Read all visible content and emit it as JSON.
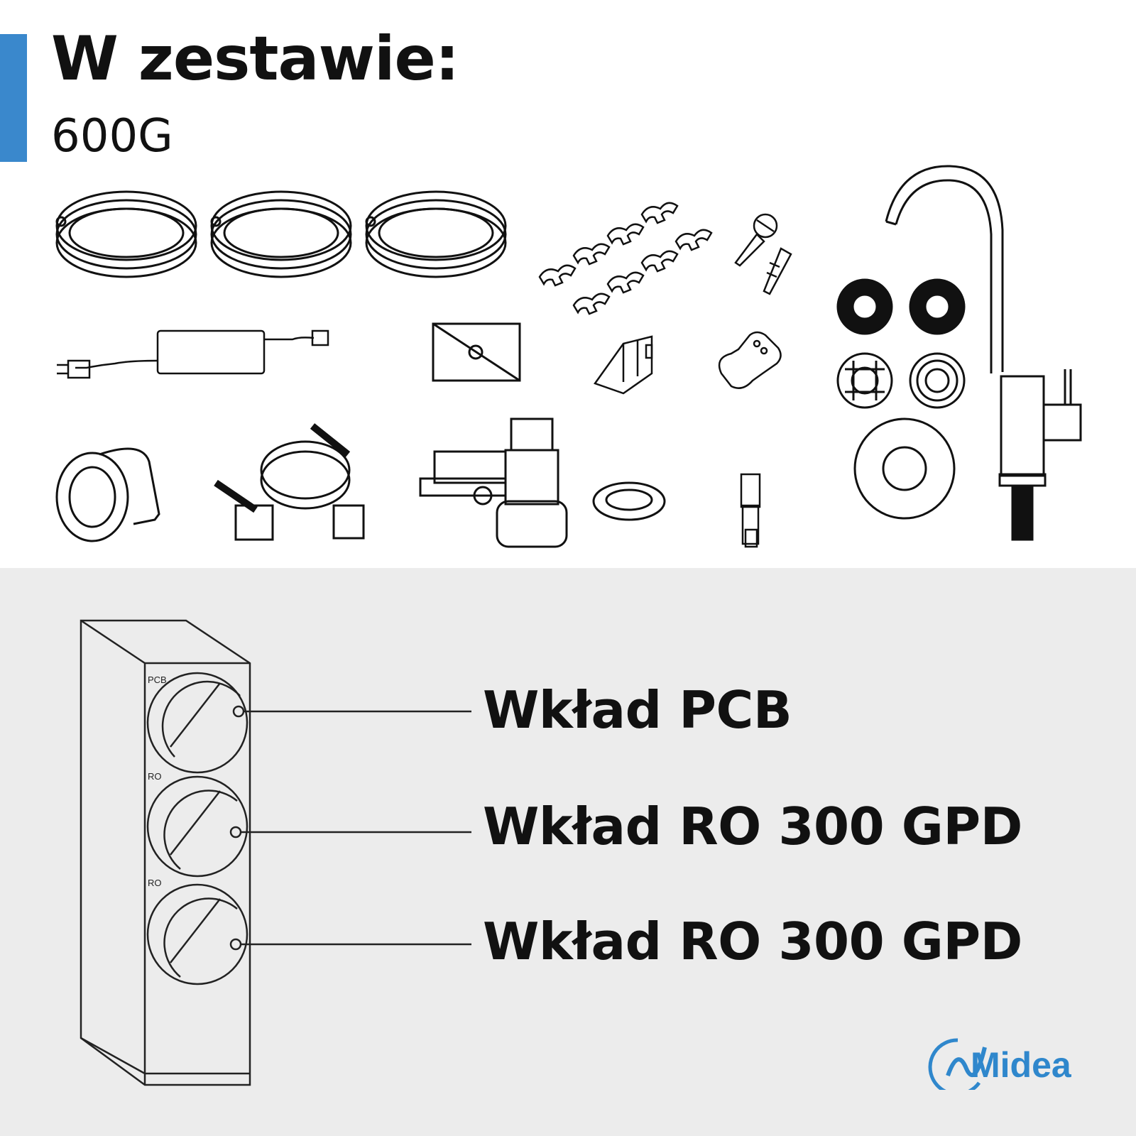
{
  "header": {
    "title": "W zestawie:",
    "subtitle": "600G"
  },
  "cartridges": [
    {
      "tag": "PCB",
      "label": "Wkład PCB"
    },
    {
      "tag": "RO",
      "label": "Wkład RO 300 GPD"
    },
    {
      "tag": "RO",
      "label": "Wkład RO 300 GPD"
    }
  ],
  "brand": {
    "name": "Midea",
    "color": "#2f87cc"
  },
  "colors": {
    "accent": "#3a88cc",
    "bottom_panel": "#ececec"
  },
  "icons": [
    "tubing-coil-icon",
    "clip-set-icon",
    "screw-anchor-icon",
    "faucet-icon",
    "power-adapter-icon",
    "template-card-icon",
    "bracket-icon",
    "wrench-clip-icon",
    "washer-set-icon",
    "ptfe-tape-icon",
    "drain-saddle-icon",
    "feed-valve-icon",
    "gasket-icon",
    "connector-icon",
    "escutcheon-icon"
  ]
}
